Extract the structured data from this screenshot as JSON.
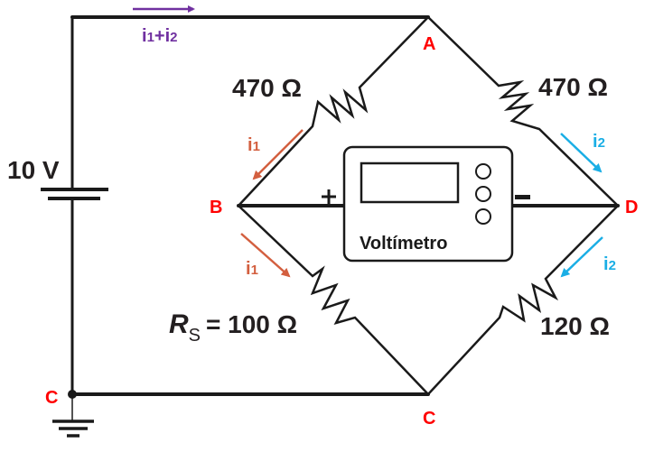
{
  "colors": {
    "wire": "#1a1a1a",
    "node_label": "#ff0000",
    "total_current": "#7030a0",
    "i1": "#d35f3f",
    "i2": "#1aaee5"
  },
  "source": {
    "label": "10 V"
  },
  "nodes": {
    "A": "A",
    "B": "B",
    "C_left": "C",
    "C_bottom": "C",
    "D": "D"
  },
  "resistors": {
    "AB": {
      "label": "470 Ω"
    },
    "AD": {
      "label": "470 Ω"
    },
    "BC": {
      "label_main": "R",
      "label_sub": "S",
      "label_value": "= 100 Ω"
    },
    "DC": {
      "label": "120 Ω"
    }
  },
  "currents": {
    "total": {
      "main": "i",
      "sub1": "1",
      "plus": "+",
      "main2": "i",
      "sub2": "2"
    },
    "i1_top": {
      "main": "i",
      "sub": "1"
    },
    "i1_bottom": {
      "main": "i",
      "sub": "1"
    },
    "i2_top": {
      "main": "i",
      "sub": "2"
    },
    "i2_bottom": {
      "main": "i",
      "sub": "2"
    }
  },
  "voltmeter": {
    "label": "Voltímetro",
    "plus": "+",
    "minus": "–"
  }
}
